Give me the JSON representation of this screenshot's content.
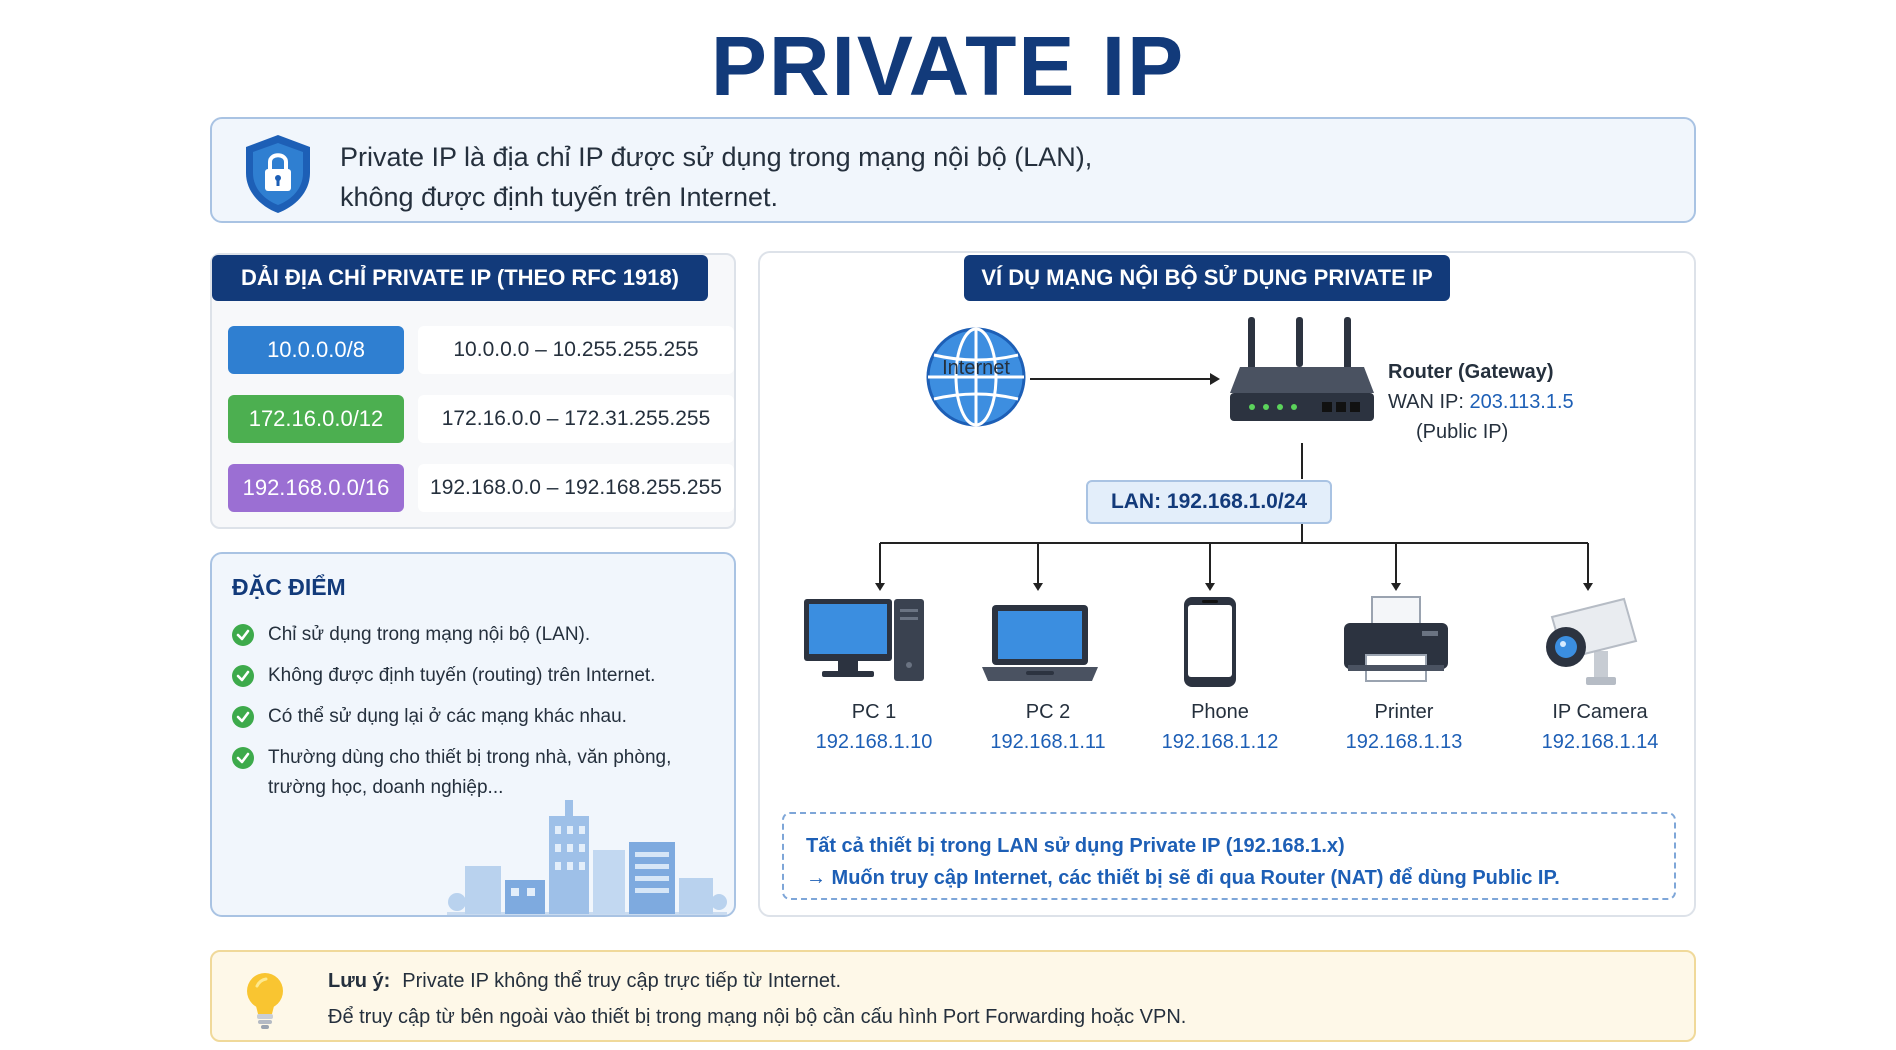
{
  "title": "PRIVATE IP",
  "intro": {
    "line1": "Private IP là địa chỉ IP được sử dụng trong mạng nội bộ (LAN),",
    "line2": "không được định tuyến trên Internet.",
    "icon": "shield-lock-icon"
  },
  "ranges": {
    "heading": "DẢI ĐỊA CHỈ PRIVATE IP (THEO RFC 1918)",
    "items": [
      {
        "cidr": "10.0.0.0/8",
        "span": "10.0.0.0 – 10.255.255.255",
        "color": "#2f7fd1"
      },
      {
        "cidr": "172.16.0.0/12",
        "span": "172.16.0.0 – 172.31.255.255",
        "color": "#4caf50"
      },
      {
        "cidr": "192.168.0.0/16",
        "span": "192.168.0.0 – 192.168.255.255",
        "color": "#9b6fd3"
      }
    ]
  },
  "features": {
    "heading": "ĐẶC ĐIỂM",
    "items": [
      "Chỉ sử dụng trong mạng nội bộ (LAN).",
      "Không được định tuyến (routing) trên Internet.",
      "Có thể sử dụng lại ở các mạng khác nhau.",
      "Thường dùng cho thiết bị trong nhà, văn phòng, trường học, doanh nghiệp..."
    ]
  },
  "network": {
    "heading": "VÍ DỤ MẠNG NỘI BỘ SỬ DỤNG PRIVATE IP",
    "internet_label": "Internet",
    "router": {
      "title": "Router (Gateway)",
      "wan_prefix": "WAN IP:",
      "wan_ip": "203.113.1.5",
      "public": "(Public IP)"
    },
    "lan": "LAN: 192.168.1.0/24",
    "devices": [
      {
        "name": "PC 1",
        "ip": "192.168.1.10",
        "icon": "desktop-pc-icon"
      },
      {
        "name": "PC 2",
        "ip": "192.168.1.11",
        "icon": "laptop-icon"
      },
      {
        "name": "Phone",
        "ip": "192.168.1.12",
        "icon": "phone-icon"
      },
      {
        "name": "Printer",
        "ip": "192.168.1.13",
        "icon": "printer-icon"
      },
      {
        "name": "IP Camera",
        "ip": "192.168.1.14",
        "icon": "camera-icon"
      }
    ],
    "note1": "Tất cả thiết bị trong LAN sử dụng Private IP (192.168.1.x)",
    "note2": "→ Muốn truy cập Internet, các thiết bị sẽ đi qua Router (NAT) để dùng Public IP."
  },
  "tip": {
    "label": "Lưu ý:",
    "line1": "Private IP không thể truy cập trực tiếp từ Internet.",
    "line2": "Để truy cập từ bên ngoài vào thiết bị trong mạng nội bộ cần cấu hình Port Forwarding hoặc VPN.",
    "icon": "lightbulb-icon"
  }
}
